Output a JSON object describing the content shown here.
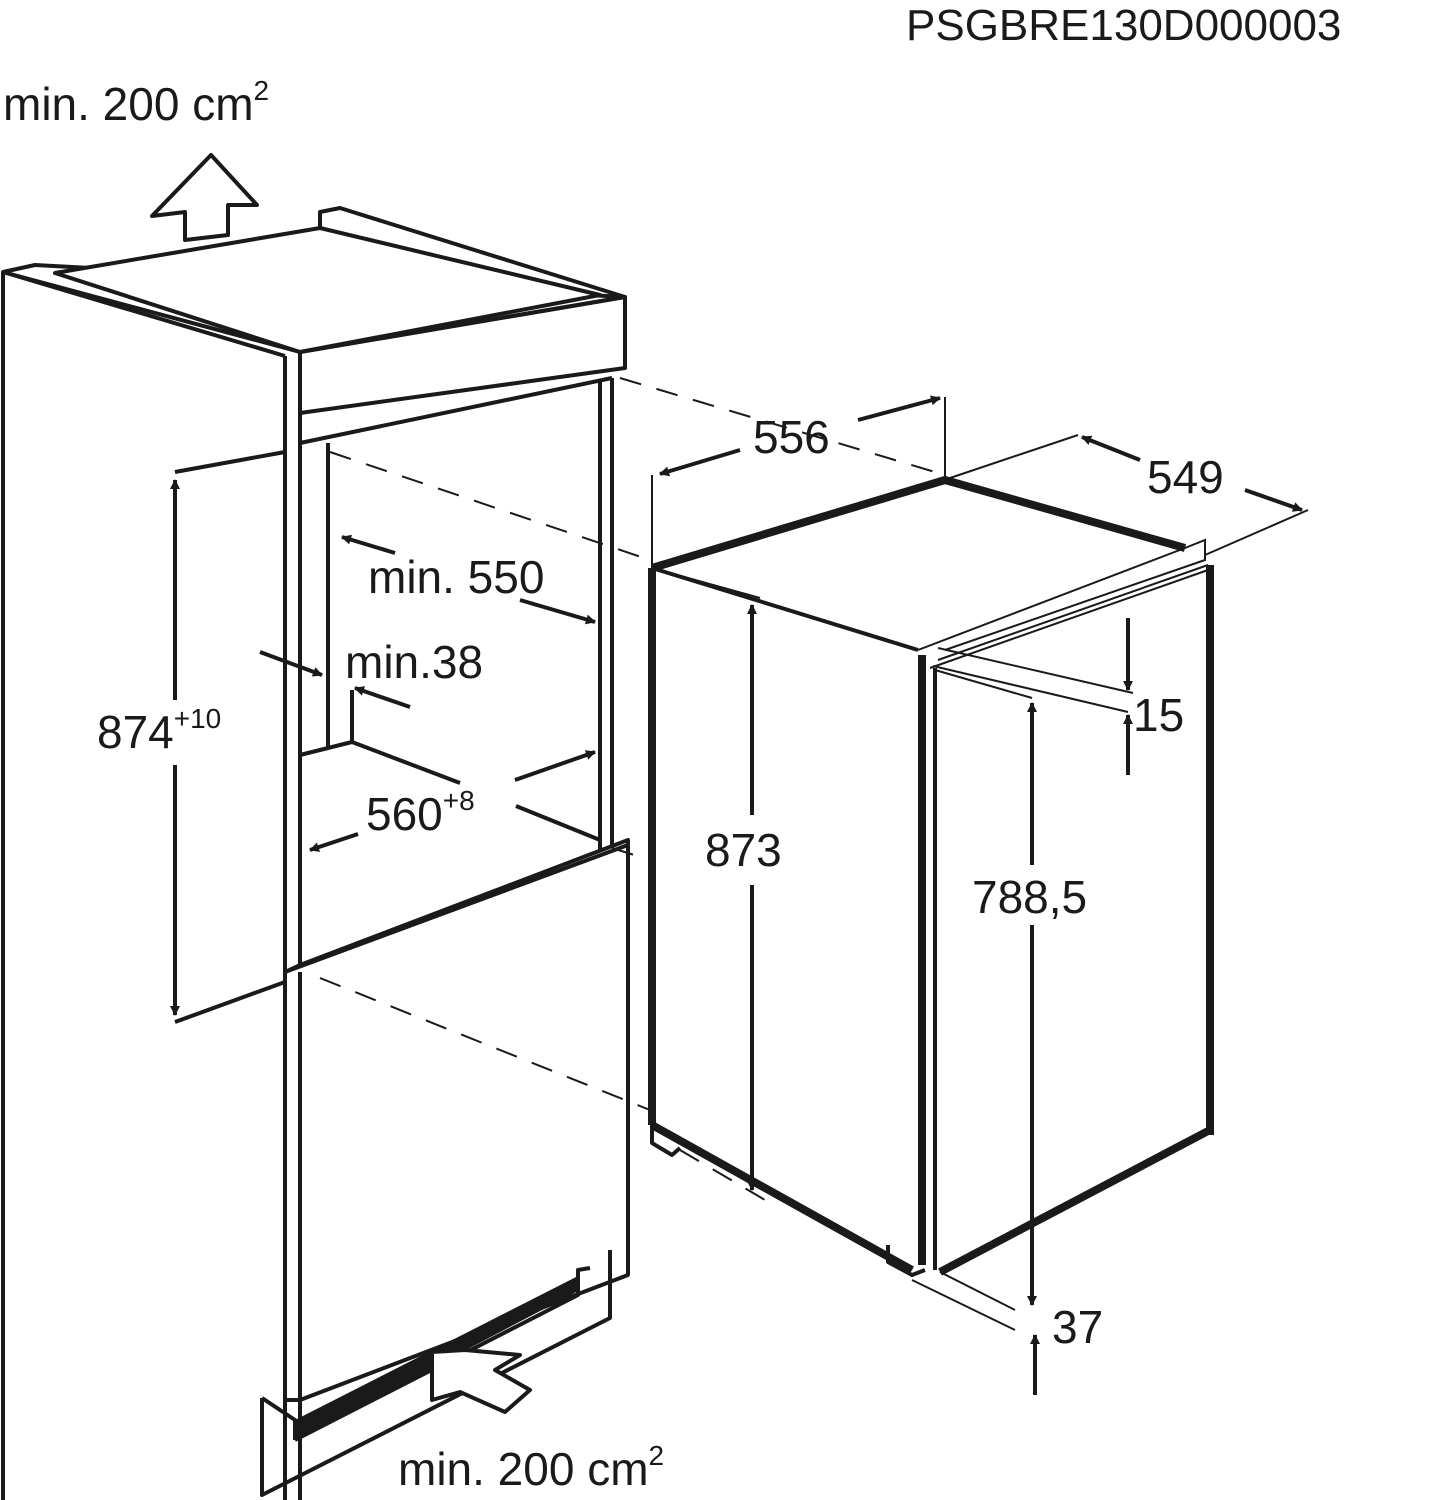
{
  "document_code": "PSGBRE130D000003",
  "ventilation": {
    "top_label": "min. 200 cm",
    "top_sup": "2",
    "bottom_label": "min. 200 cm",
    "bottom_sup": "2"
  },
  "niche_dimensions": {
    "height": "874",
    "height_tolerance": "+10",
    "depth_min": "min. 550",
    "gap_min": "min.38",
    "width": "560",
    "width_tolerance": "+8"
  },
  "appliance_dimensions": {
    "width": "556",
    "depth": "549",
    "height": "873",
    "door_height": "788,5",
    "top_offset": "15",
    "bottom_offset": "37"
  },
  "colors": {
    "line": "#1a1a1a",
    "background": "#ffffff"
  }
}
